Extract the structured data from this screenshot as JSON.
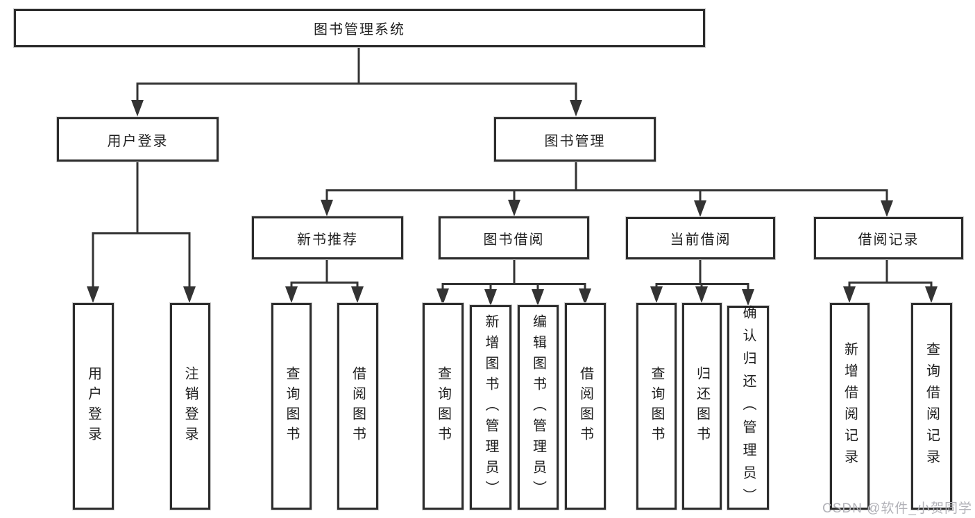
{
  "nodes": {
    "root": {
      "label": "图书管理系统"
    },
    "user_login": {
      "label": "用户登录"
    },
    "book_management": {
      "label": "图书管理"
    },
    "new_book_recommend": {
      "label": "新书推荐"
    },
    "book_borrowing": {
      "label": "图书借阅"
    },
    "current_borrowing": {
      "label": "当前借阅"
    },
    "borrowing_records": {
      "label": "借阅记录"
    },
    "leaves": {
      "user_login": "用户登录",
      "logout": "注销登录",
      "query_books_recommend": "查询图书",
      "borrow_books_recommend": "借阅图书",
      "query_books_borrowing": "查询图书",
      "add_books_admin": "新增图书（管理员）",
      "edit_books_admin": "编辑图书（管理员）",
      "borrow_books_borrowing": "借阅图书",
      "query_books_current": "查询图书",
      "return_books": "归还图书",
      "confirm_return_admin": "确认归还（管理员）",
      "add_borrow_record": "新增借阅记录",
      "query_borrow_record": "查询借阅记录"
    }
  },
  "watermark": "CSDN @软件_小贺同学",
  "colors": {
    "line": "#333333",
    "box_border": "#2d2d2d",
    "text": "#1f1f1f",
    "watermark": "#b2b2b8",
    "background": "#ffffff"
  }
}
